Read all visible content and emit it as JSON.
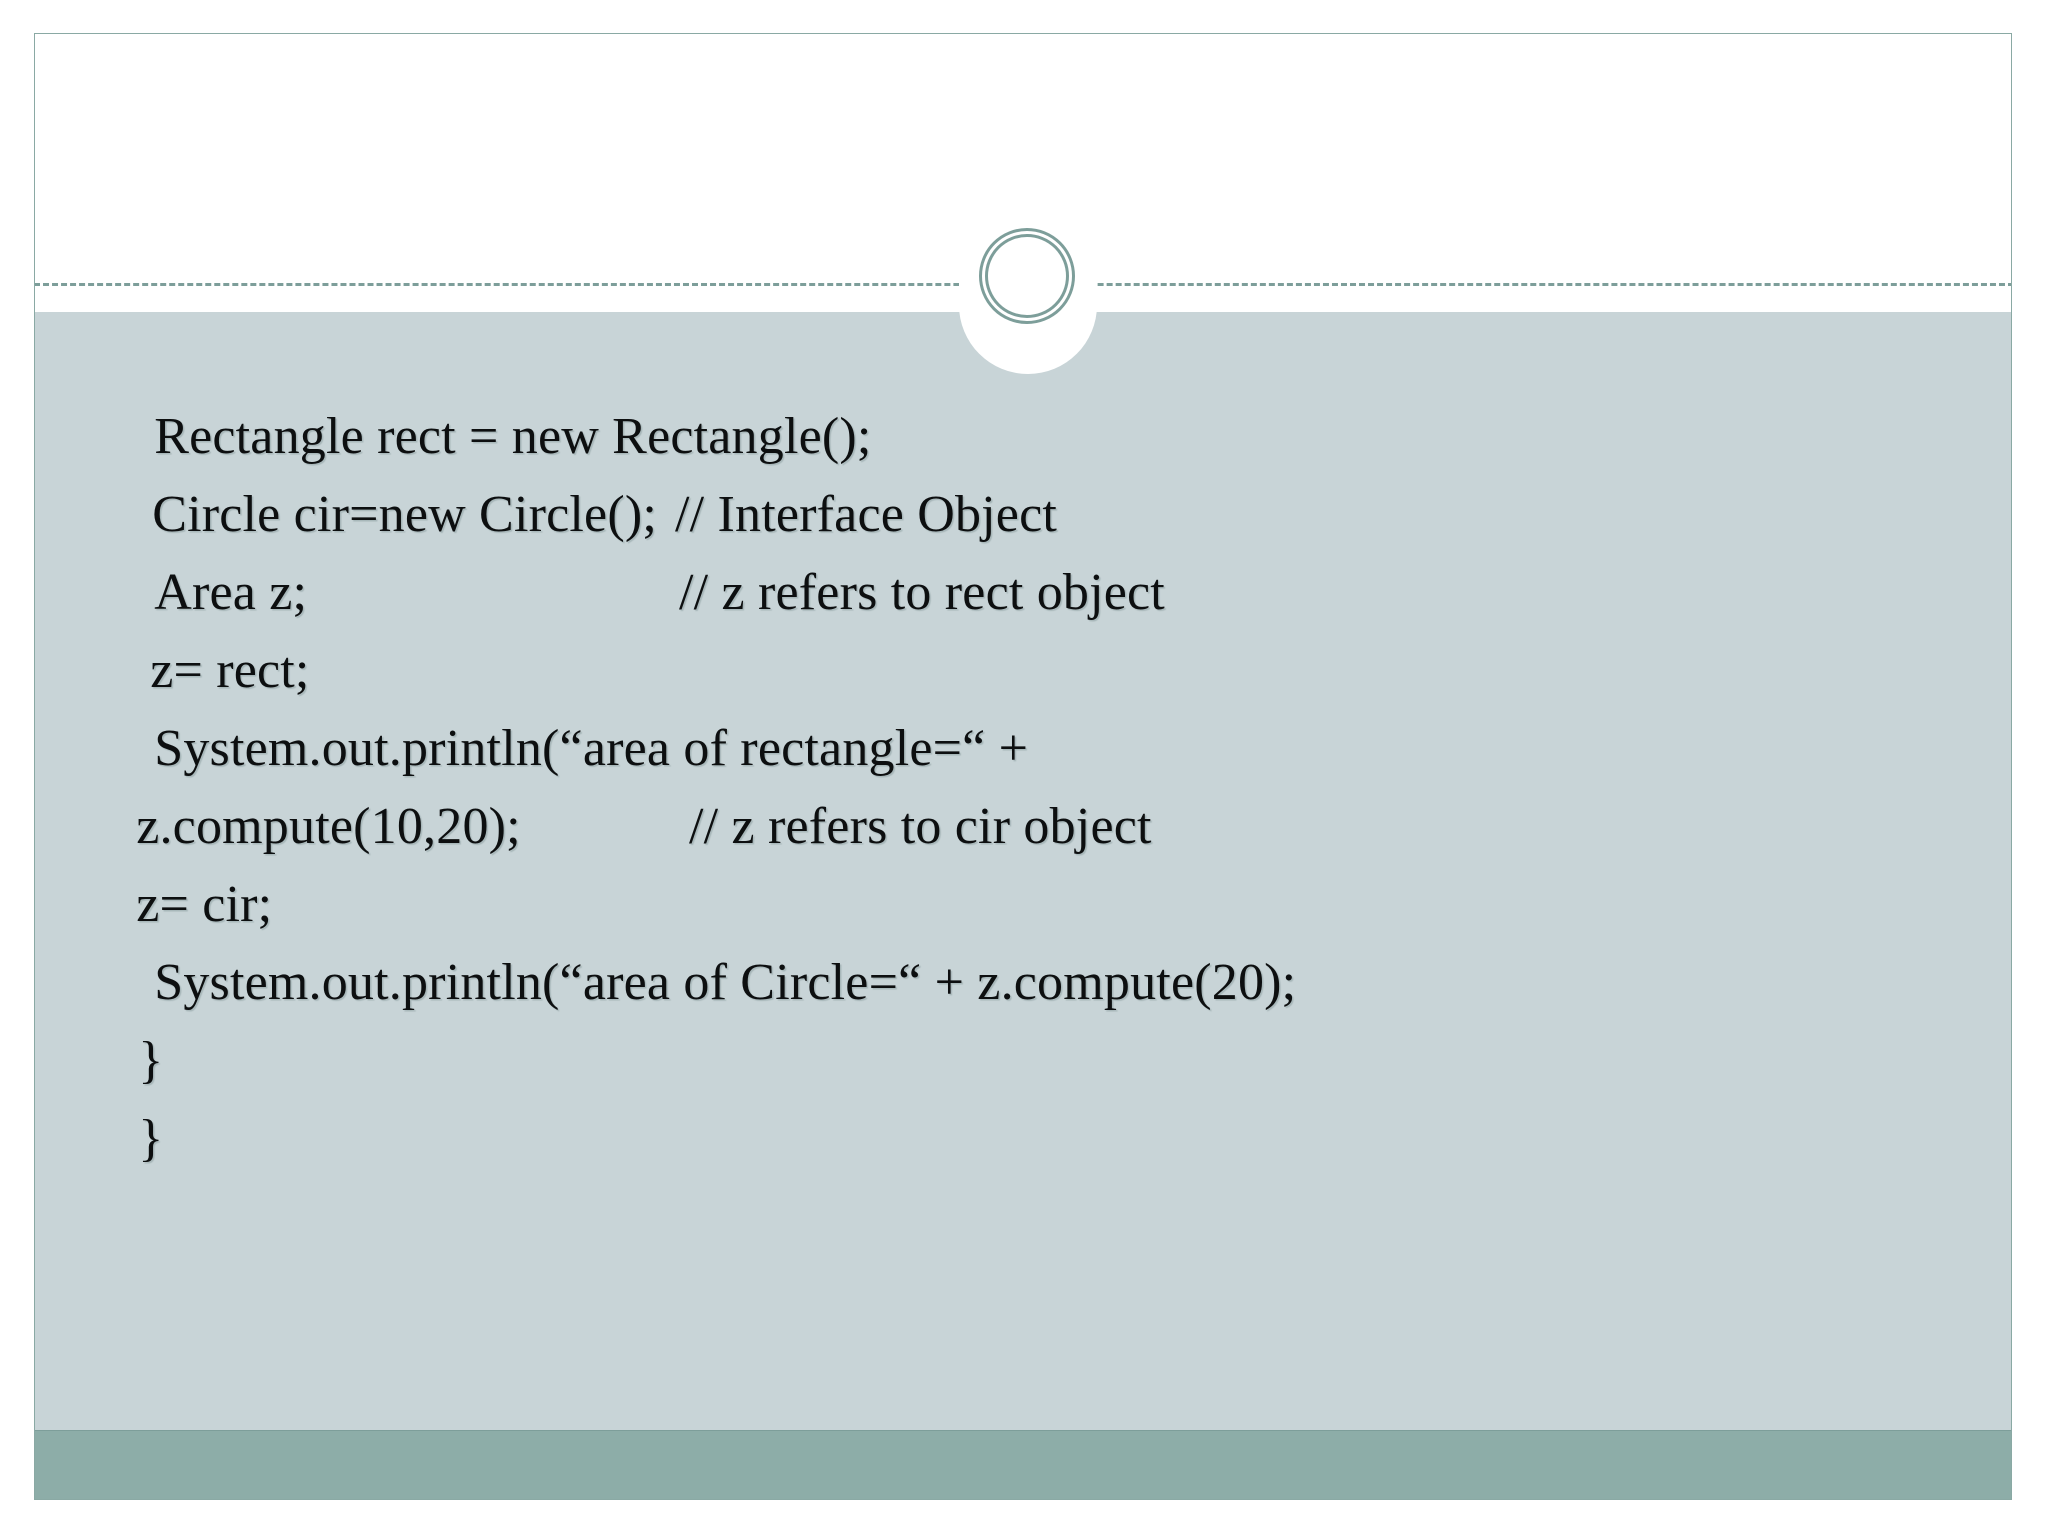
{
  "slide": {
    "title": "",
    "accent_color": "#8dada8",
    "panel_color": "#c8d4d7",
    "ring_color": "#7d9e9a",
    "border_color": "#8aa9a4",
    "text_color": "#0d0f10"
  },
  "decoration": {
    "ring_icon_name": "double-ring-circle",
    "divider_style": "dashed"
  },
  "code": {
    "lines": [
      {
        "code": "Rectangle rect = new Rectangle();",
        "comment": ""
      },
      {
        "code": "Circle cir=new Circle();",
        "comment": ""
      },
      {
        "code": "Area z;",
        "comment": "// Interface Object"
      },
      {
        "code": "z= rect;",
        "comment": "// z refers to rect object"
      },
      {
        "code": "System.out.println(“area of rectangle=“ +",
        "comment": ""
      },
      {
        "code": "z.compute(10,20);",
        "comment": ""
      },
      {
        "code": "z= cir;",
        "comment": "// z refers to cir object"
      },
      {
        "code": "System.out.println(“area of Circle=“ + z.compute(20);",
        "comment": ""
      },
      {
        "code": "}",
        "comment": ""
      },
      {
        "code": "}",
        "comment": ""
      }
    ]
  }
}
